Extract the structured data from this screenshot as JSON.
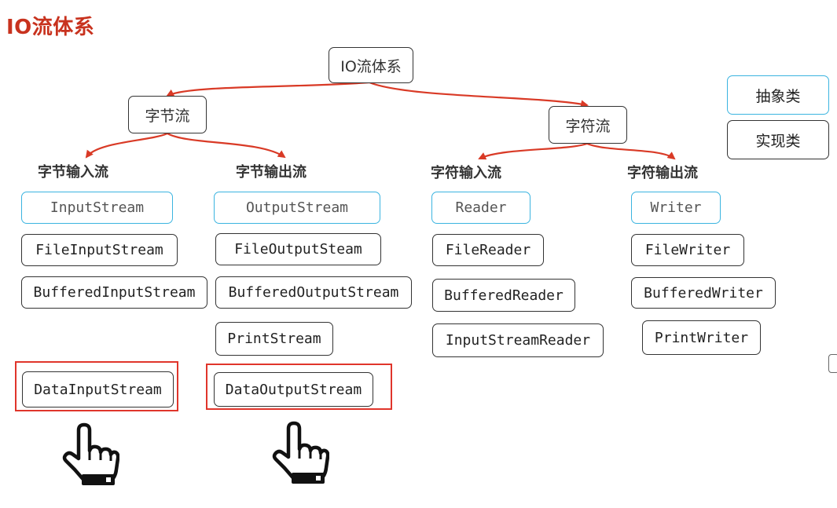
{
  "title": "IO流体系",
  "root": "IO流体系",
  "categories": {
    "byte": "字节流",
    "char": "字符流"
  },
  "headings": {
    "byte_input": "字节输入流",
    "byte_output": "字节输出流",
    "char_input": "字符输入流",
    "char_output": "字符输出流"
  },
  "legend": {
    "abstract": "抽象类",
    "concrete": "实现类"
  },
  "columns": {
    "byte_input": [
      "InputStream",
      "FileInputStream",
      "BufferedInputStream",
      "DataInputStream"
    ],
    "byte_output": [
      "OutputStream",
      "FileOutputSteam",
      "BufferedOutputStream",
      "PrintStream",
      "DataOutputStream"
    ],
    "char_input": [
      "Reader",
      "FileReader",
      "BufferedReader",
      "InputStreamReader"
    ],
    "char_output": [
      "Writer",
      "FileWriter",
      "BufferedWriter",
      "PrintWriter"
    ]
  },
  "icons": {
    "pointer": "pointing-hand-icon"
  },
  "colors": {
    "title": "#c8321e",
    "arrow": "#d93a26",
    "abstract_border": "#3bb4e0",
    "highlight": "#e0352b"
  }
}
